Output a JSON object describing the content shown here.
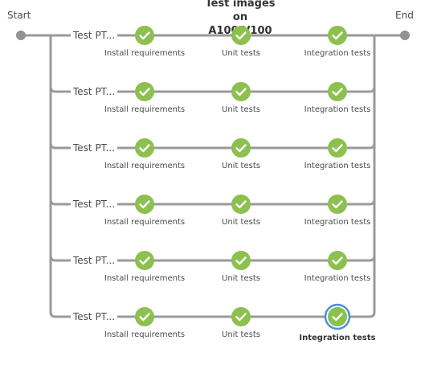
{
  "pipeline": {
    "start_label": "Start",
    "end_label": "End",
    "stage_title_line1": "Test images on",
    "stage_title_line2": "A100/V100",
    "colors": {
      "line": "#9a9a9a",
      "success": "#8cc04f",
      "selected_ring": "#4a90d9",
      "endpoint": "#949393"
    },
    "branches": [
      {
        "label": "Test PT...",
        "steps": [
          {
            "label": "Install requirements",
            "status": "success",
            "icon": "check-icon",
            "selected": false
          },
          {
            "label": "Unit tests",
            "status": "success",
            "icon": "check-icon",
            "selected": false
          },
          {
            "label": "Integration tests",
            "status": "success",
            "icon": "check-icon",
            "selected": false
          }
        ]
      },
      {
        "label": "Test PT...",
        "steps": [
          {
            "label": "Install requirements",
            "status": "success",
            "icon": "check-icon",
            "selected": false
          },
          {
            "label": "Unit tests",
            "status": "success",
            "icon": "check-icon",
            "selected": false
          },
          {
            "label": "Integration tests",
            "status": "success",
            "icon": "check-icon",
            "selected": false
          }
        ]
      },
      {
        "label": "Test PT...",
        "steps": [
          {
            "label": "Install requirements",
            "status": "success",
            "icon": "check-icon",
            "selected": false
          },
          {
            "label": "Unit tests",
            "status": "success",
            "icon": "check-icon",
            "selected": false
          },
          {
            "label": "Integration tests",
            "status": "success",
            "icon": "check-icon",
            "selected": false
          }
        ]
      },
      {
        "label": "Test PT...",
        "steps": [
          {
            "label": "Install requirements",
            "status": "success",
            "icon": "check-icon",
            "selected": false
          },
          {
            "label": "Unit tests",
            "status": "success",
            "icon": "check-icon",
            "selected": false
          },
          {
            "label": "Integration tests",
            "status": "success",
            "icon": "check-icon",
            "selected": false
          }
        ]
      },
      {
        "label": "Test PT...",
        "steps": [
          {
            "label": "Install requirements",
            "status": "success",
            "icon": "check-icon",
            "selected": false
          },
          {
            "label": "Unit tests",
            "status": "success",
            "icon": "check-icon",
            "selected": false
          },
          {
            "label": "Integration tests",
            "status": "success",
            "icon": "check-icon",
            "selected": false
          }
        ]
      },
      {
        "label": "Test PT...",
        "steps": [
          {
            "label": "Install requirements",
            "status": "success",
            "icon": "check-icon",
            "selected": false
          },
          {
            "label": "Unit tests",
            "status": "success",
            "icon": "check-icon",
            "selected": false
          },
          {
            "label": "Integration tests",
            "status": "success",
            "icon": "check-icon",
            "selected": true
          }
        ]
      }
    ]
  }
}
